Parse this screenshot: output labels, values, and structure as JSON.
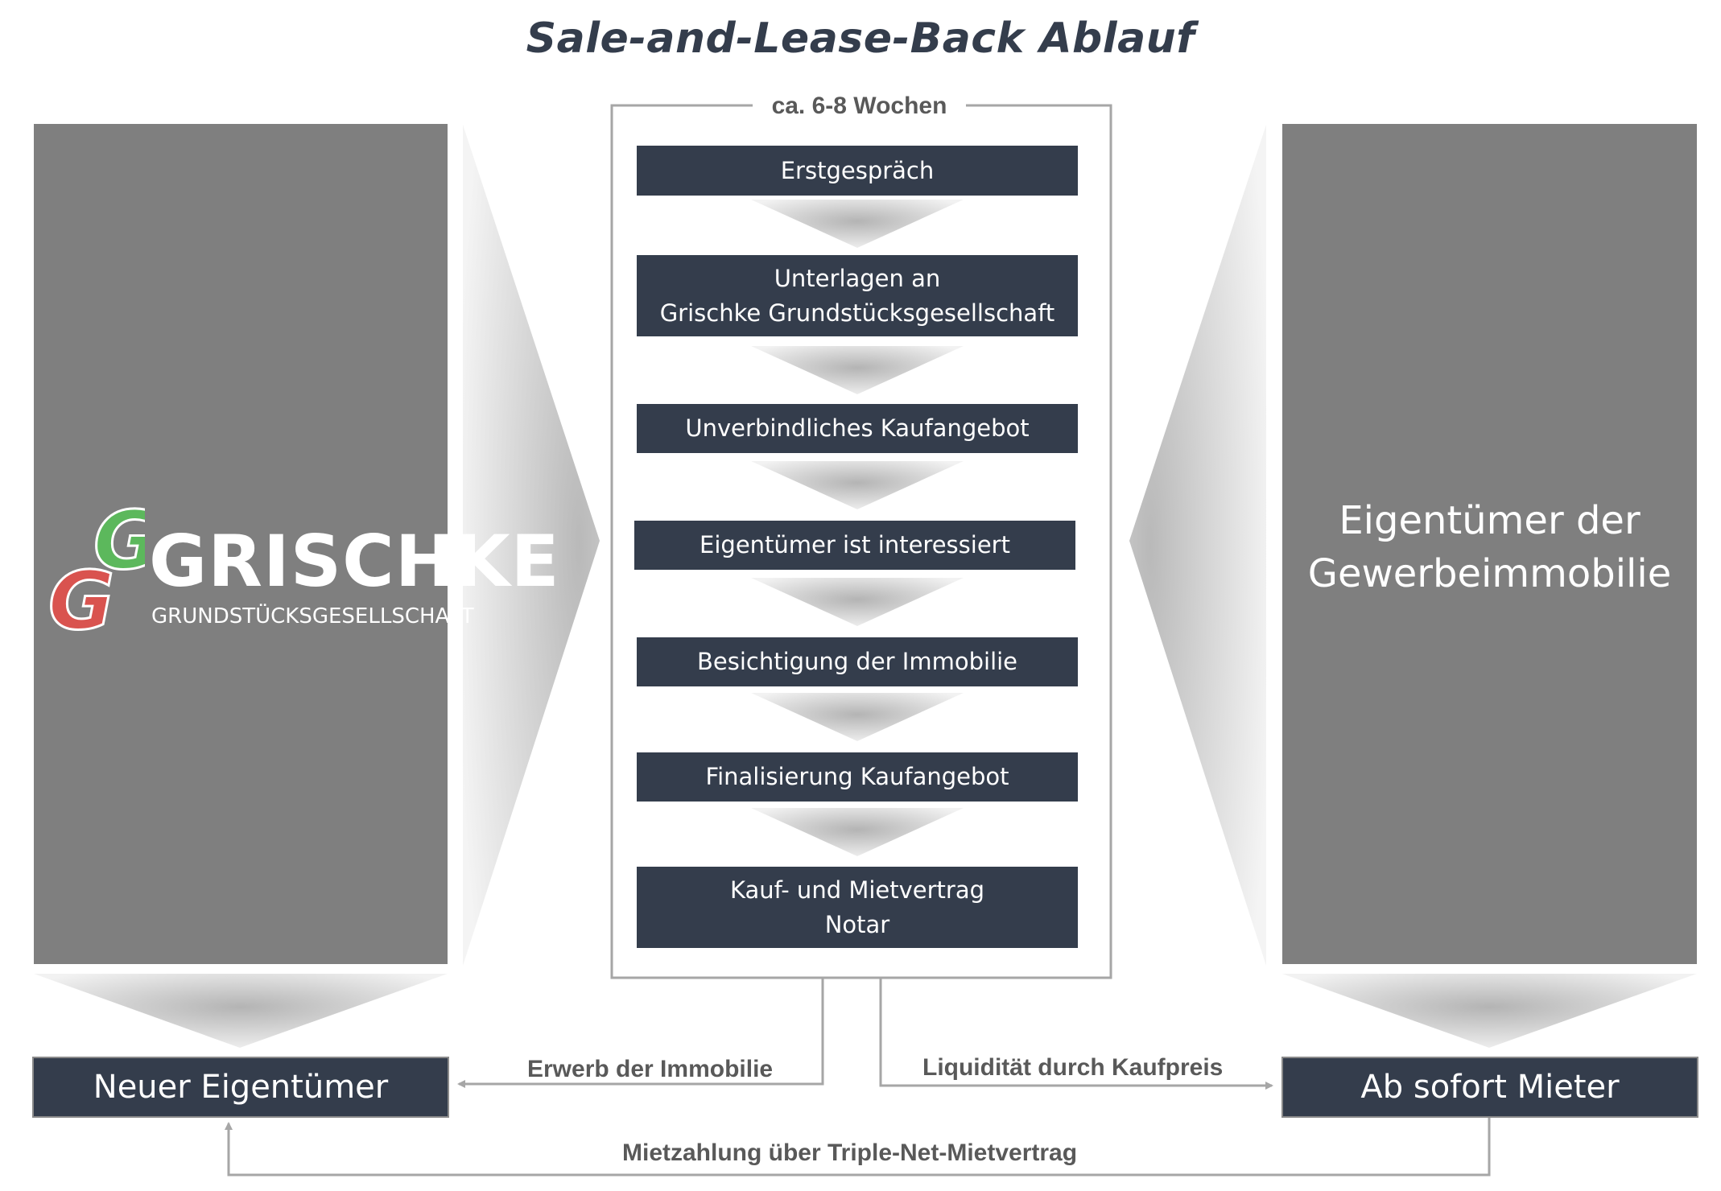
{
  "title": "Sale-and-Lease-Back Ablauf",
  "duration_label": "ca. 6-8 Wochen",
  "steps": [
    "Erstgespräch",
    "Unterlagen an\nGrischke Grundstücksgesellschaft",
    "Unverbindliches Kaufangebot",
    "Eigentümer ist interessiert",
    "Besichtigung der Immobilie",
    "Finalisierung Kaufangebot",
    "Kauf- und Mietvertrag\nNotar"
  ],
  "logo": {
    "letters": "GG",
    "name": "GRISCHKE",
    "subtitle": "GRUNDSTÜCKSGESELLSCHAFT",
    "colors": {
      "green": "#5cb85c",
      "red": "#d9534f"
    }
  },
  "right_panel": {
    "text": "Eigentümer der\nGewerbeimmobilie"
  },
  "bottom": {
    "left_box": "Neuer Eigentümer",
    "right_box": "Ab sofort Mieter",
    "flow_left": "Erwerb der Immobilie",
    "flow_right": "Liquidität durch Kaufpreis",
    "flow_bottom": "Mietzahlung über Triple-Net-Mietvertrag"
  },
  "colors": {
    "dark_box": "#343d4c",
    "panel_gray": "#7f7f7f",
    "line_gray": "#a6a6a6"
  }
}
